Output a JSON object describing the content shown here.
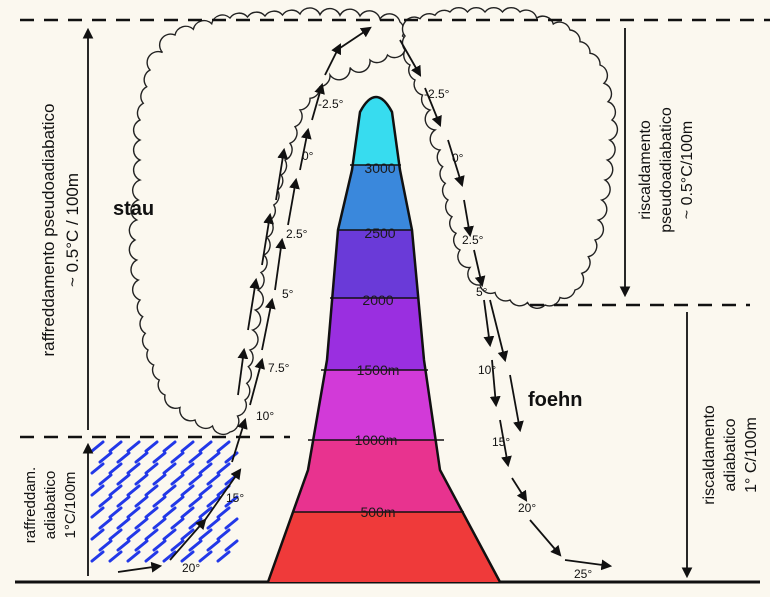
{
  "colors": {
    "paper": "#fbf8ef",
    "band_3000_up": "#37dcef",
    "band_2500_3000": "#3a88dc",
    "band_2000_2500": "#6a3ad8",
    "band_1500_2000": "#9a2fe0",
    "band_1000_1500": "#d23ad8",
    "band_500_1000": "#e8338f",
    "band_0_500": "#ef3a3a",
    "rain": "#2238e8"
  },
  "labels": {
    "stau": "stau",
    "foehn": "foehn",
    "left_top_line1": "raffreddamento pseudoadiabatico",
    "left_top_line2": "~ 0.5°C / 100m",
    "left_bottom_line1": "raffreddam.",
    "left_bottom_line2": "adiabatico",
    "left_bottom_line3": "1°C/100m",
    "right_top_line1": "riscaldamento",
    "right_top_line2": "pseudoadiabatico",
    "right_top_line3": "~ 0.5°C/100m",
    "right_bottom_line1": "riscaldamento",
    "right_bottom_line2": "adiabatico",
    "right_bottom_line3": "1° C/100m"
  },
  "mountain_levels": [
    "3000",
    "2500",
    "2000",
    "1500m",
    "1000m",
    "500m"
  ],
  "temps_left": [
    "20°",
    "15°",
    "10°",
    "7.5°",
    "5°",
    "2.5°",
    "0°",
    "-2.5°"
  ],
  "temps_right": [
    "-2.5°",
    "0°",
    "2.5°",
    "5°",
    "10°",
    "15°",
    "20°",
    "25°"
  ],
  "icons": [
    "cloud-icon",
    "rain-icon",
    "arrow-icon"
  ]
}
